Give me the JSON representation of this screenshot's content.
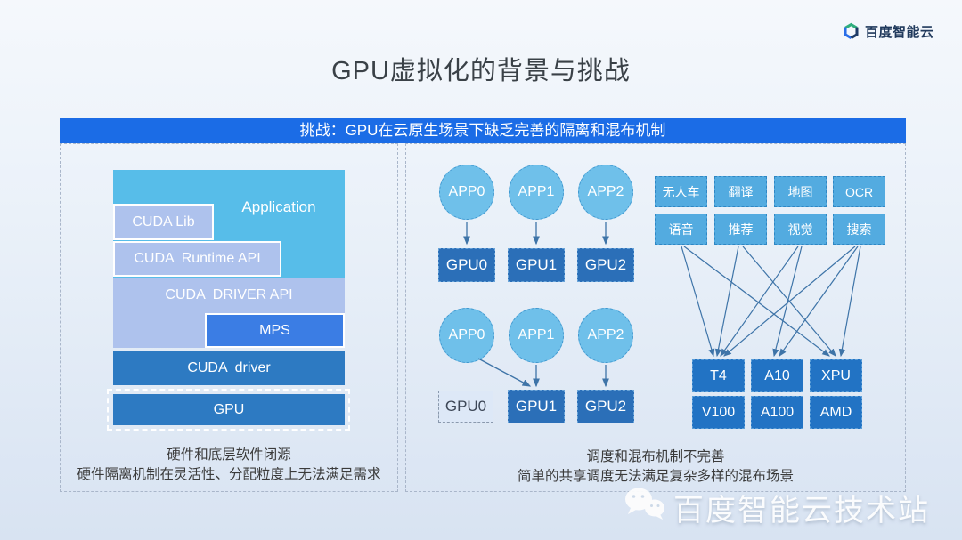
{
  "logo": {
    "text": "百度智能云",
    "icon": "baidu-cloud-logo"
  },
  "slide": {
    "title": "GPU虚拟化的背景与挑战",
    "banner": "挑战：GPU在云原生场景下缺乏完善的隔离和混布机制"
  },
  "left_panel": {
    "stack": {
      "application": "Application",
      "cuda_lib": "CUDA Lib",
      "cuda_runtime_api": "CUDA  Runtime API",
      "cuda_driver_api": "CUDA  DRIVER API",
      "mps": "MPS",
      "cuda_driver": "CUDA  driver",
      "gpu": "GPU"
    },
    "caption": [
      "硬件和底层软件闭源",
      "硬件隔离机制在灵活性、分配粒度上无法满足需求"
    ]
  },
  "middle_panel": {
    "exclusive": {
      "apps": [
        "APP0",
        "APP1",
        "APP2"
      ],
      "gpus": [
        "GPU0",
        "GPU1",
        "GPU2"
      ]
    },
    "shared": {
      "apps": [
        "APP0",
        "APP1",
        "APP2"
      ],
      "gpus": [
        "GPU0",
        "GPU1",
        "GPU2"
      ],
      "idle_gpu": "GPU0",
      "note": "APP0 and APP1 both map to GPU1; GPU0 idle"
    }
  },
  "right_panel": {
    "workloads_row1": [
      "无人车",
      "翻译",
      "地图",
      "OCR"
    ],
    "workloads_row2": [
      "语音",
      "推荐",
      "视觉",
      "搜索"
    ],
    "gpus_row1": [
      "T4",
      "A10",
      "XPU"
    ],
    "gpus_row2": [
      "V100",
      "A100",
      "AMD"
    ],
    "connections": [
      [
        "语音",
        "T4"
      ],
      [
        "语音",
        "XPU"
      ],
      [
        "推荐",
        "T4"
      ],
      [
        "推荐",
        "XPU"
      ],
      [
        "视觉",
        "T4"
      ],
      [
        "视觉",
        "A10"
      ],
      [
        "搜索",
        "T4"
      ],
      [
        "搜索",
        "A10"
      ],
      [
        "搜索",
        "XPU"
      ]
    ],
    "caption": [
      "调度和混布机制不完善",
      "简单的共享调度无法满足复杂多样的混布场景"
    ]
  },
  "watermark": {
    "text": "百度智能云技术站",
    "icon": "wechat-icon"
  },
  "colors": {
    "banner": "#1b6ce6",
    "application": "#57bde9",
    "api_layer": "#aec2ed",
    "mps": "#3b7de4",
    "driver": "#2d7ac2",
    "app_circle": "#6fc0ea",
    "gpu_dark": "#2b6fb8",
    "workload": "#53abe0",
    "gpu_card": "#2273c4",
    "idle_gpu_bg": "#dde8f7",
    "arrow": "#3e74a8",
    "background_bottom": "#d8e3f2"
  }
}
